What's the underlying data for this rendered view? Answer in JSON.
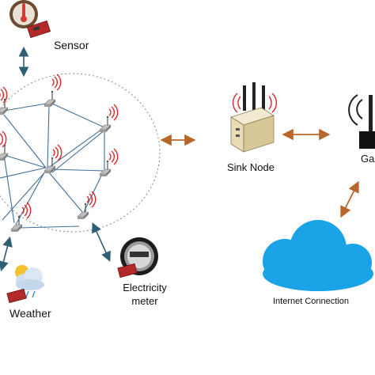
{
  "labels": {
    "sensor": "Sensor",
    "sink_node": "Sink Node",
    "gateway": "Ga",
    "electricity_meter_line1": "Electricity",
    "electricity_meter_line2": "meter",
    "weather": "Weather",
    "internet_connection": "Internet Connection"
  },
  "colors": {
    "mesh_link": "#3d6f9c",
    "arrow_orange": "#b8672a",
    "arrow_teal": "#2f5f72",
    "cloud": "#1aa3e6",
    "signal_wave": "#d62626",
    "dashed_boundary": "#888888"
  },
  "icons": {
    "sensor_node": "wireless-sensor-node-icon",
    "sink_node": "router-icon",
    "gateway": "gateway-antenna-icon",
    "cloud": "cloud-icon",
    "weather": "weather-icon",
    "electricity_meter": "electricity-meter-icon",
    "thermometer_sensor": "thermometer-sensor-icon"
  }
}
